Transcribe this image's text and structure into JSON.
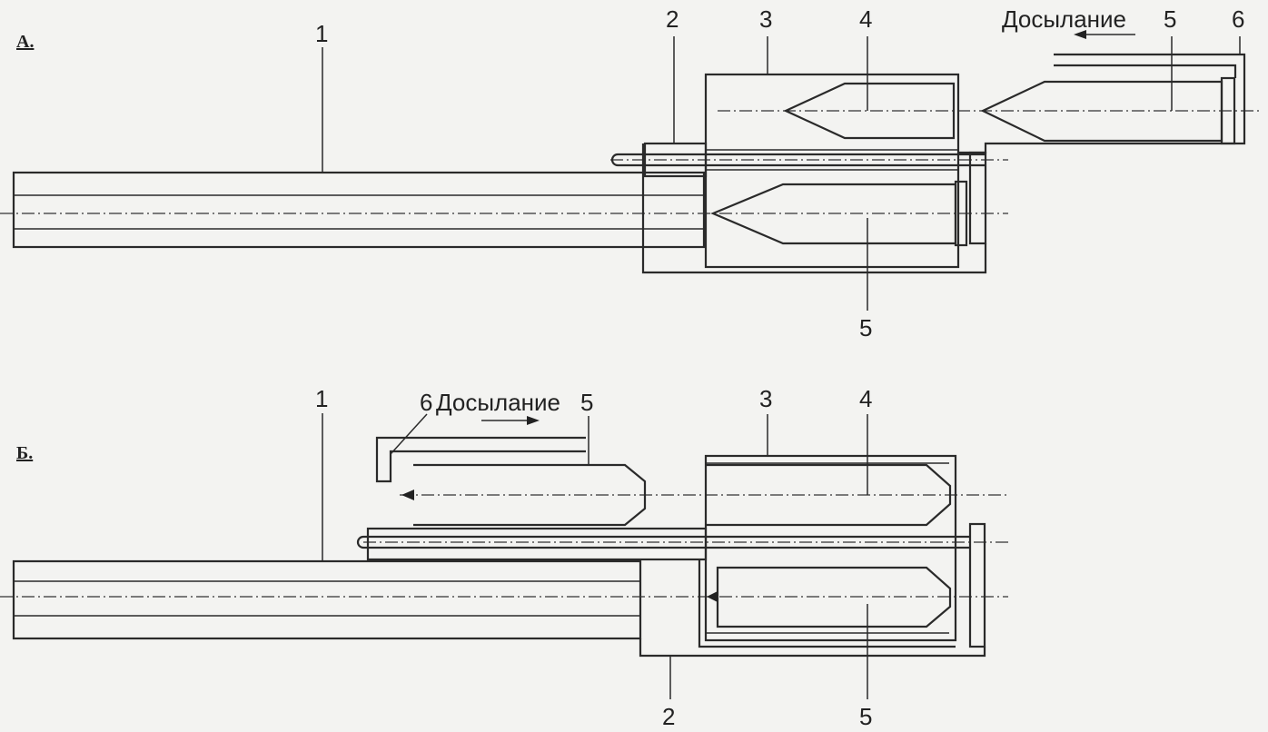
{
  "section_a": {
    "title": "А.",
    "action_label": "Досылание",
    "labels": {
      "barrel": "1",
      "rod": "2",
      "drum": "3",
      "cartridge_in_chamber": "4",
      "cartridge_fed": "5",
      "cartridge_lower": "5",
      "rammer": "6"
    }
  },
  "section_b": {
    "title": "Б.",
    "action_label": "Досылание",
    "labels": {
      "barrel": "1",
      "rammer": "6",
      "cartridge_fed": "5",
      "drum": "3",
      "cartridge_upper": "4",
      "rod": "2",
      "cartridge_lower": "5"
    }
  }
}
